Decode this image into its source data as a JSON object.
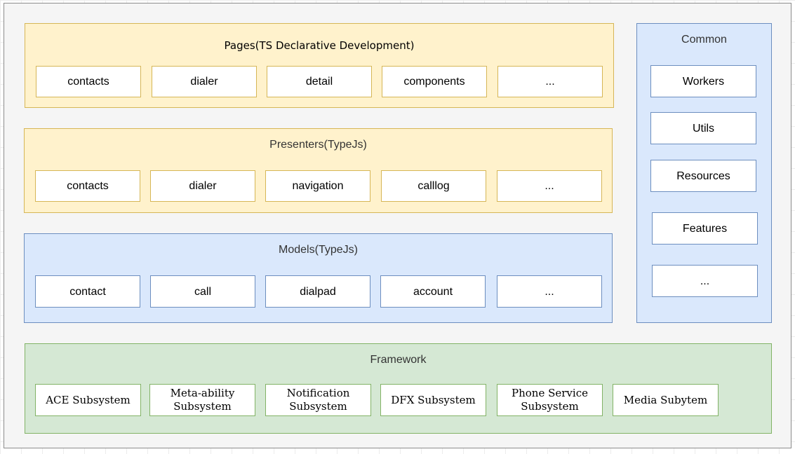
{
  "pages": {
    "title": "Pages(TS Declarative Development)",
    "items": [
      "contacts",
      "dialer",
      "detail",
      "components",
      "..."
    ]
  },
  "presenters": {
    "title": "Presenters(TypeJs)",
    "items": [
      "contacts",
      "dialer",
      "navigation",
      "calllog",
      "..."
    ]
  },
  "models": {
    "title": "Models(TypeJs)",
    "items": [
      "contact",
      "call",
      "dialpad",
      "account",
      "..."
    ]
  },
  "common": {
    "title": "Common",
    "items": [
      "Workers",
      "Utils",
      "Resources",
      "Features",
      "..."
    ]
  },
  "framework": {
    "title": "Framework",
    "items": [
      "ACE Subsystem",
      "Meta-ability\nSubsystem",
      "Notification\nSubsystem",
      "DFX Subsystem",
      "Phone Service\nSubsystem",
      "Media Subytem"
    ]
  },
  "colors": {
    "yellow_fill": "#fff2cc",
    "yellow_border": "#d6b656",
    "blue_fill": "#dae8fc",
    "blue_border": "#6c8ebf",
    "green_fill": "#d5e8d4",
    "green_border": "#82b366",
    "canvas_fill": "#f5f5f5",
    "canvas_border": "#8c8c8c"
  }
}
